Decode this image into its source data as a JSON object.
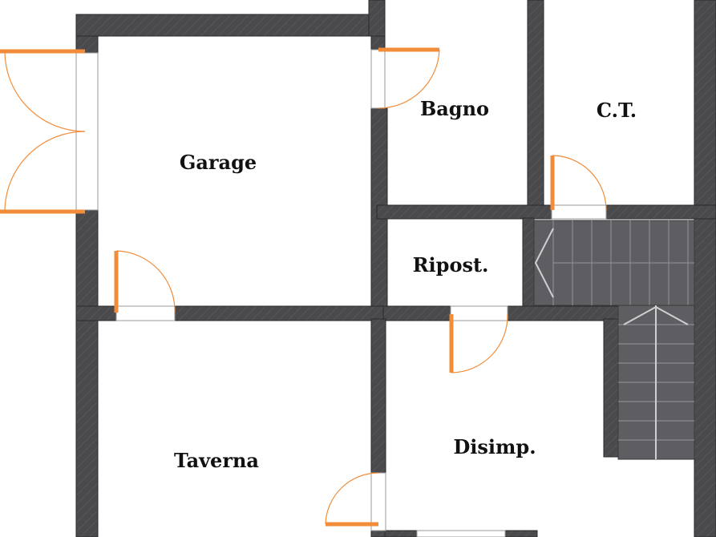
{
  "floorplan": {
    "rooms": [
      {
        "id": "garage",
        "label": "Garage"
      },
      {
        "id": "bagno",
        "label": "Bagno"
      },
      {
        "id": "ct",
        "label": "C.T."
      },
      {
        "id": "ripostiglio",
        "label": "Ripost."
      },
      {
        "id": "taverna",
        "label": "Taverna"
      },
      {
        "id": "disimpegno",
        "label": "Disimp."
      }
    ],
    "colors": {
      "wall": "#4a4a4d",
      "wall_outline": "#2a2a2c",
      "door": "#f28c38",
      "stairs": "#5e5e62",
      "floor": "#ffffff"
    }
  }
}
